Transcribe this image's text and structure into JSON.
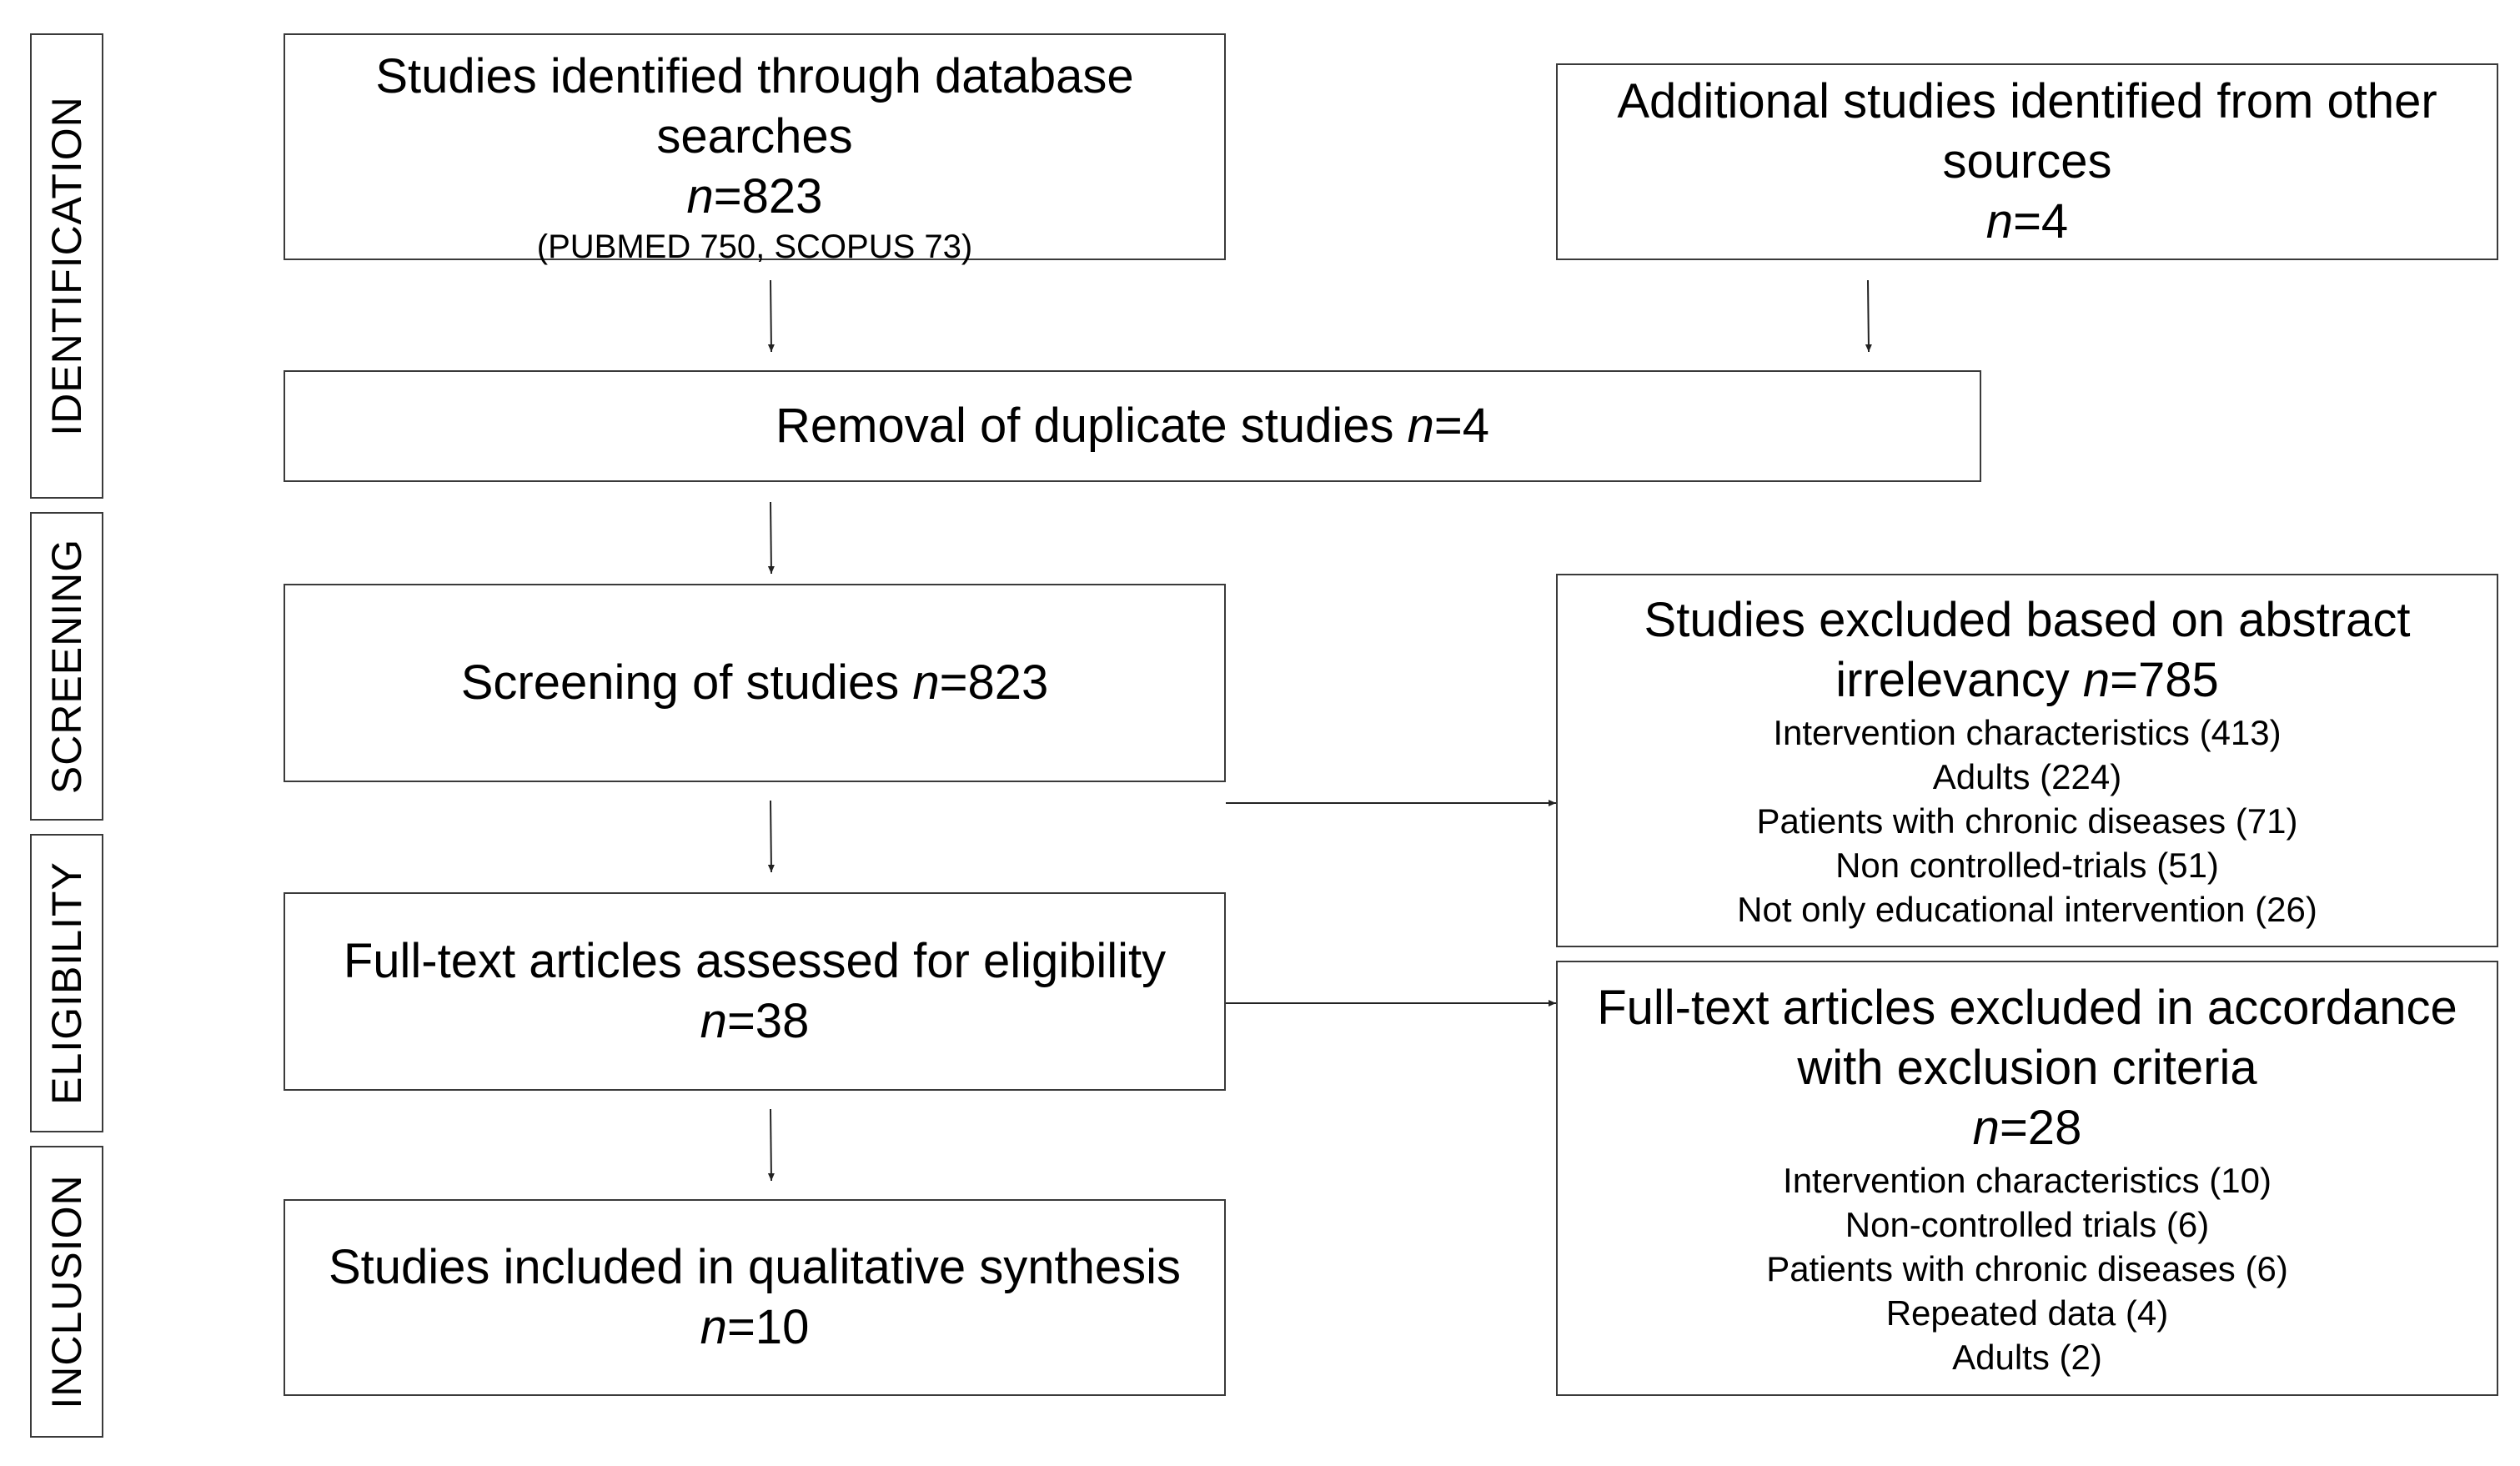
{
  "phases": {
    "identification": "IDENTIFICATION",
    "screening": "SCREENING",
    "eligibility": "ELIGIBILITY",
    "inclusion": "INCLUSION"
  },
  "database_search": {
    "line1": "Studies identified through database",
    "line2": "searches",
    "n_label": "n",
    "n_value": "=823",
    "detail": "(PUBMED 750, SCOPUS 73)"
  },
  "other_sources": {
    "line1": "Additional studies identified from other",
    "line2": "sources",
    "n_label": "n",
    "n_value": "=4"
  },
  "duplicates": {
    "text": "Removal of duplicate studies ",
    "n_label": "n",
    "n_value": "=4"
  },
  "screening": {
    "text": "Screening of studies ",
    "n_label": "n",
    "n_value": "=823"
  },
  "abstract_excluded": {
    "line1": "Studies excluded based on abstract",
    "line2": "irrelevancy ",
    "n_label": "n",
    "n_value": "=785",
    "reasons": [
      "Intervention characteristics (413)",
      "Adults (224)",
      "Patients with chronic diseases (71)",
      "Non controlled-trials (51)",
      "Not only educational intervention (26)"
    ]
  },
  "fulltext_assessed": {
    "line1": "Full-text articles assessed for eligibility",
    "n_label": "n",
    "n_value": "=38"
  },
  "fulltext_excluded": {
    "line1": "Full-text articles excluded in accordance",
    "line2": "with exclusion criteria",
    "n_label": "n",
    "n_value": "=28",
    "reasons": [
      "Intervention characteristics (10)",
      "Non-controlled trials (6)",
      "Patients with chronic diseases (6)",
      "Repeated data (4)",
      "Adults (2)"
    ]
  },
  "included": {
    "line1": "Studies included in qualitative synthesis",
    "n_label": "n",
    "n_value": "=10"
  }
}
